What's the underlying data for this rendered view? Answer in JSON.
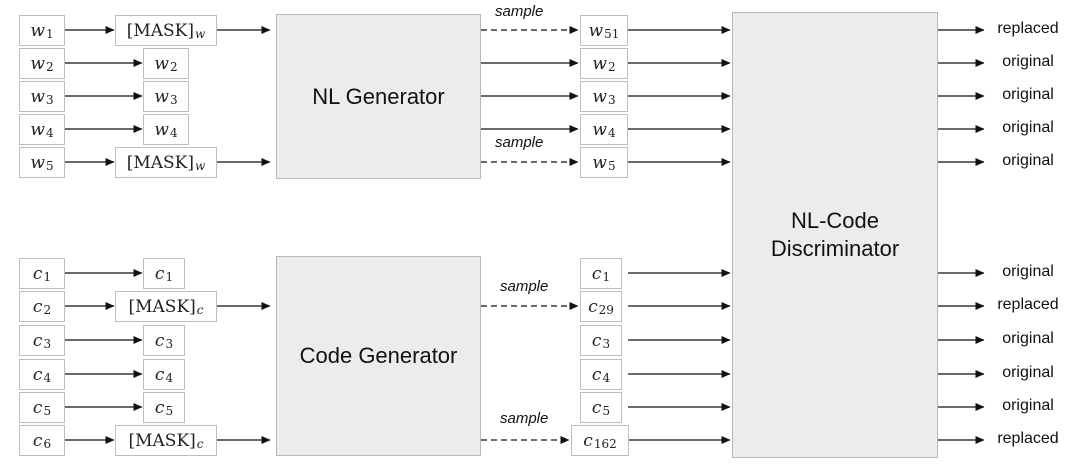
{
  "nl_inputs": [
    {
      "base": "w",
      "sub": "1"
    },
    {
      "base": "w",
      "sub": "2"
    },
    {
      "base": "w",
      "sub": "3"
    },
    {
      "base": "w",
      "sub": "4"
    },
    {
      "base": "w",
      "sub": "5"
    }
  ],
  "nl_masked": [
    {
      "base": "[MASK]",
      "sub": "w",
      "mask": true
    },
    {
      "base": "w",
      "sub": "2"
    },
    {
      "base": "w",
      "sub": "3"
    },
    {
      "base": "w",
      "sub": "4"
    },
    {
      "base": "[MASK]",
      "sub": "w",
      "mask": true
    }
  ],
  "nl_generated": [
    {
      "base": "w",
      "sub": "51"
    },
    {
      "base": "w",
      "sub": "2"
    },
    {
      "base": "w",
      "sub": "3"
    },
    {
      "base": "w",
      "sub": "4"
    },
    {
      "base": "w",
      "sub": "5"
    }
  ],
  "code_inputs": [
    {
      "base": "c",
      "sub": "1"
    },
    {
      "base": "c",
      "sub": "2"
    },
    {
      "base": "c",
      "sub": "3"
    },
    {
      "base": "c",
      "sub": "4"
    },
    {
      "base": "c",
      "sub": "5"
    },
    {
      "base": "c",
      "sub": "6"
    }
  ],
  "code_masked": [
    {
      "base": "c",
      "sub": "1"
    },
    {
      "base": "[MASK]",
      "sub": "c",
      "mask": true
    },
    {
      "base": "c",
      "sub": "3"
    },
    {
      "base": "c",
      "sub": "4"
    },
    {
      "base": "c",
      "sub": "5"
    },
    {
      "base": "[MASK]",
      "sub": "c",
      "mask": true
    }
  ],
  "code_generated": [
    {
      "base": "c",
      "sub": "1"
    },
    {
      "base": "c",
      "sub": "29"
    },
    {
      "base": "c",
      "sub": "3"
    },
    {
      "base": "c",
      "sub": "4"
    },
    {
      "base": "c",
      "sub": "5"
    },
    {
      "base": "c",
      "sub": "162"
    }
  ],
  "models": {
    "nl_generator": "NL Generator",
    "code_generator": "Code Generator",
    "discriminator_line1": "NL-Code",
    "discriminator_line2": "Discriminator"
  },
  "sample_label": "sample",
  "nl_outputs": [
    "replaced",
    "original",
    "original",
    "original",
    "original"
  ],
  "code_outputs": [
    "original",
    "replaced",
    "original",
    "original",
    "original",
    "replaced"
  ],
  "colors": {
    "model_fill": "#ececec",
    "border": "#bdbdbd",
    "arrow": "#111111"
  }
}
